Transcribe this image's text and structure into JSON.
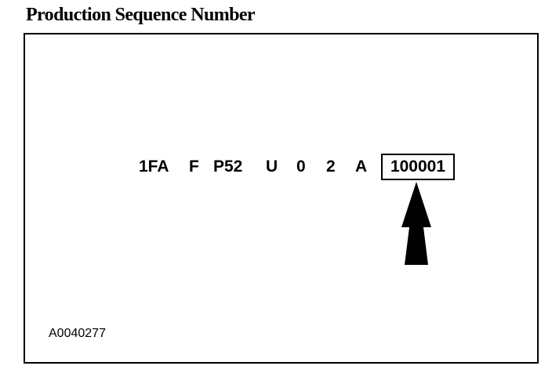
{
  "title": "Production Sequence Number",
  "vin": {
    "segments": [
      "1FA",
      "F",
      "P52",
      "U",
      "0",
      "2",
      "A"
    ],
    "sequence_number": "100001"
  },
  "figure_id": "A0040277"
}
